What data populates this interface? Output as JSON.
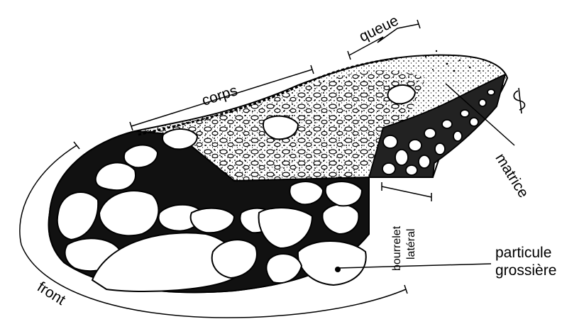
{
  "labels": {
    "queue": "queue",
    "corps": "corps",
    "front": "front",
    "bourrelet_line1": "bourrelet",
    "bourrelet_line2": "latéral",
    "matrice": "matrice",
    "particule_line1": "particule",
    "particule_line2": "grossière"
  },
  "colors": {
    "ink": "#000000",
    "paper": "#ffffff"
  }
}
